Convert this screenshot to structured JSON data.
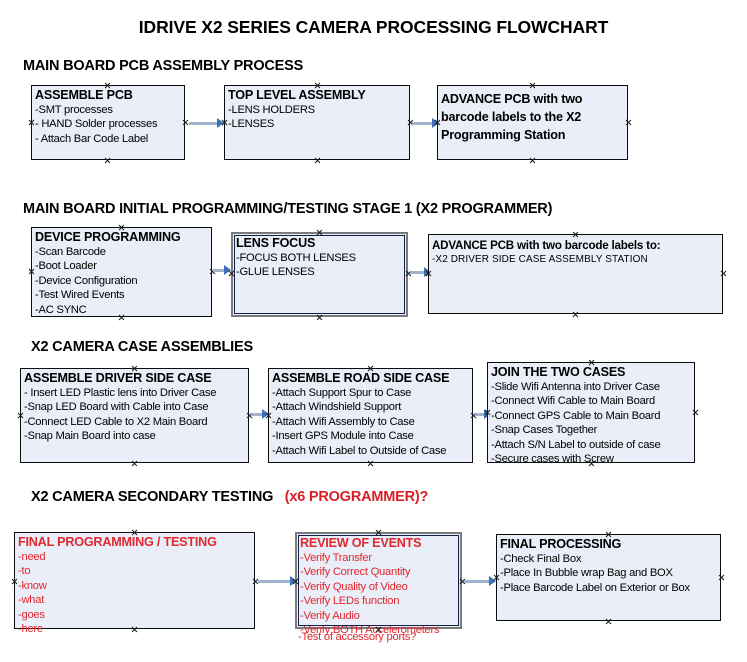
{
  "title": "IDRIVE X2  SERIES CAMERA PROCESSING FLOWCHART",
  "colors": {
    "box_fill": "#e9eef8",
    "box_border": "#0d0d0d",
    "selected_border": "#7a7a7a",
    "connector": "#9fb4cc",
    "arrowhead": "#3f6fb5",
    "red_text": "#e0282f",
    "black_text": "#000000"
  },
  "sections": [
    {
      "heading": "MAIN BOARD PCB ASSEMBLY PROCESS",
      "heading_note": "",
      "boxes": [
        {
          "title": "ASSEMBLE PCB",
          "lines": [
            "-SMT processes",
            "- HAND Solder processes",
            "- Attach Bar Code Label"
          ]
        },
        {
          "title": "TOP LEVEL ASSEMBLY",
          "lines": [
            "-LENS HOLDERS",
            "-LENSES"
          ]
        },
        {
          "title": "ADVANCE PCB with two barcode labels to the  X2 Programming Station",
          "lines": []
        }
      ]
    },
    {
      "heading": "MAIN BOARD INITIAL PROGRAMMING/TESTING STAGE 1 (X2 PROGRAMMER)",
      "heading_note": "",
      "boxes": [
        {
          "title": "DEVICE PROGRAMMING",
          "lines": [
            "-Scan Barcode",
            "-Boot Loader",
            "-Device Configuration",
            "-Test Wired Events",
            "-AC SYNC"
          ]
        },
        {
          "title": "LENS FOCUS",
          "lines": [
            "-FOCUS BOTH LENSES",
            "-GLUE LENSES"
          ]
        },
        {
          "title": "ADVANCE PCB with two barcode labels to:",
          "lines": [
            "-X2 DRIVER  SIDE  CASE  ASSEMBLY STATION"
          ]
        }
      ]
    },
    {
      "heading": "X2 CAMERA CASE ASSEMBLIES",
      "heading_note": "",
      "boxes": [
        {
          "title": "ASSEMBLE DRIVER SIDE CASE",
          "lines": [
            "- Insert LED Plastic lens into Driver Case",
            "-Snap LED Board with Cable into Case",
            "-Connect LED Cable to X2 Main Board",
            "-Snap Main Board into case"
          ]
        },
        {
          "title": "ASSEMBLE ROAD SIDE CASE",
          "lines": [
            "-Attach Support Spur to Case",
            "-Attach Windshield Support",
            "-Attach Wifi Assembly to Case",
            "-Insert GPS Module into Case",
            "-Attach Wifi Label to Outside of Case"
          ]
        },
        {
          "title": "JOIN THE TWO CASES",
          "lines": [
            "-Slide Wifi Antenna into Driver Case",
            "-Connect Wifi Cable to Main Board",
            "-Connect GPS Cable to Main Board",
            "-Snap Cases Together",
            "-Attach S/N Label to outside of case",
            "-Secure cases with Screw"
          ]
        }
      ]
    },
    {
      "heading": "X2 CAMERA SECONDARY TESTING",
      "heading_note": "(x6 PROGRAMMER)?",
      "boxes": [
        {
          "title": "FINAL PROGRAMMING / TESTING",
          "lines": [
            "-need",
            "-to",
            "-know",
            "-what",
            "-goes",
            "-here"
          ]
        },
        {
          "title": "REVIEW OF EVENTS",
          "lines": [
            "-Verify Transfer",
            "-Verify Correct Quantity",
            "-Verify Quality of Video",
            "-Verify LEDs function",
            "-Verify Audio",
            "-Verify BOTH Accelerometers"
          ],
          "overflow_line": "-Test of accessory ports?"
        },
        {
          "title": "FINAL PROCESSING",
          "lines": [
            " -Check Final Box",
            "-Place In Bubble wrap Bag and BOX",
            "-Place Barcode Label on Exterior or Box"
          ]
        }
      ]
    }
  ]
}
